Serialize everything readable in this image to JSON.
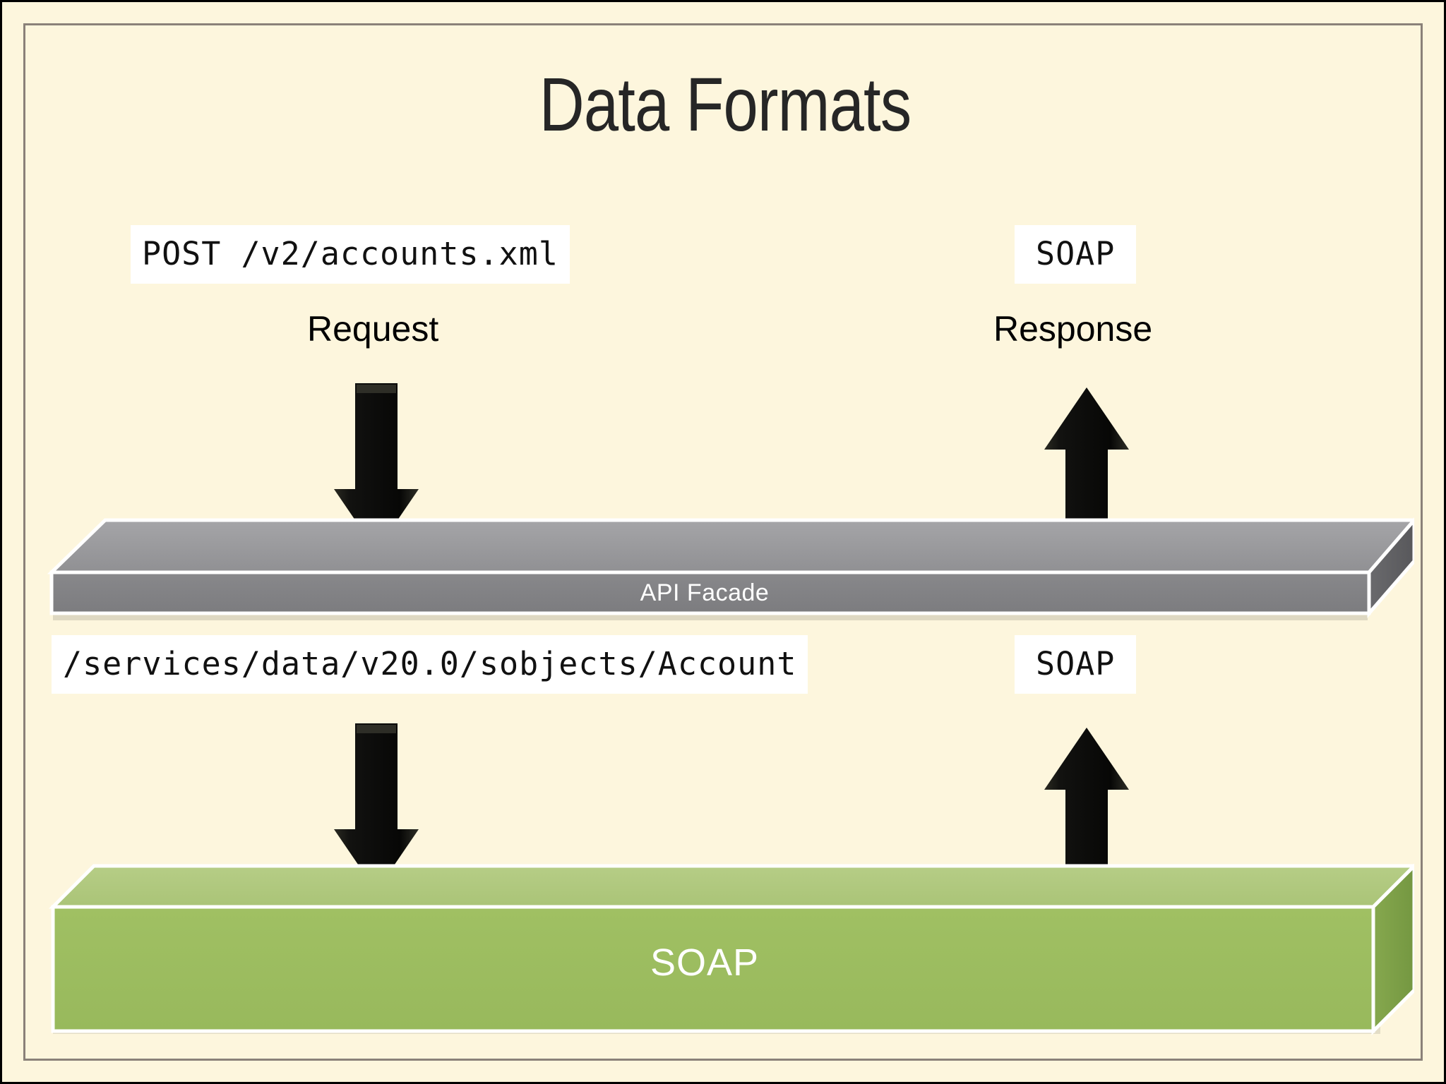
{
  "slide": {
    "title": "Data Formats",
    "background_color": "#fdf6dd",
    "frame_color": "#8a8179"
  },
  "labels": {
    "request_endpoint": "POST /v2/accounts.xml",
    "response_format_top": "SOAP",
    "request_caption": "Request",
    "response_caption": "Response",
    "internal_endpoint": "/services/data/v20.0/sobjects/Account",
    "response_format_mid": "SOAP"
  },
  "layers": [
    {
      "name": "api-facade",
      "label": "API Facade",
      "top_face_color": "#9b9b9e",
      "front_face_color": "#808083",
      "side_face_color": "#5e5e61",
      "text_color": "#ffffff"
    },
    {
      "name": "soap-backend",
      "label": "SOAP",
      "top_face_color": "#b0c97e",
      "front_face_color": "#9cbc5f",
      "side_face_color": "#7fa348",
      "text_color": "#ffffff"
    }
  ],
  "arrows": [
    {
      "name": "request-down",
      "direction": "down",
      "color": "#0d0d08"
    },
    {
      "name": "response-up",
      "direction": "up",
      "color": "#0d0d08"
    },
    {
      "name": "soap-down",
      "direction": "down",
      "color": "#0d0d08"
    },
    {
      "name": "soap-up",
      "direction": "up",
      "color": "#0d0d08"
    }
  ]
}
